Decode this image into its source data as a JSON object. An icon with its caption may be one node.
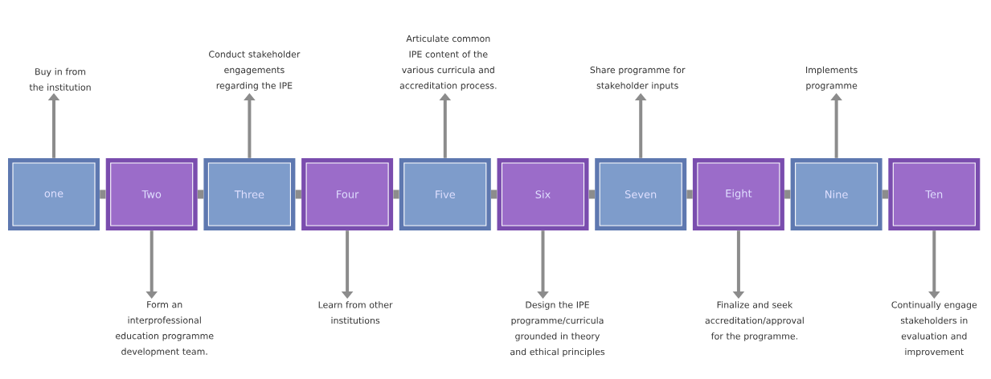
{
  "diagram": {
    "nodes": [
      {
        "text": [
          "one"
        ]
      },
      {
        "text": [
          "Two"
        ]
      },
      {
        "text": [
          "Three"
        ]
      },
      {
        "text": [
          "Four"
        ]
      },
      {
        "text": [
          "Five"
        ]
      },
      {
        "text": [
          "Six"
        ]
      },
      {
        "text": [
          "Seven"
        ]
      },
      {
        "text": [
          "Eight"
        ]
      },
      {
        "text": [
          "Nine"
        ]
      },
      {
        "text": [
          "Ten"
        ]
      },
      {
        "text": [
          "Buy in from the institution"
        ]
      },
      {
        "text": [
          "Form an interprofessional education programme development team."
        ]
      },
      {
        "text": [
          "Conduct stakeholder engagements regarding the IPE"
        ]
      },
      {
        "text": [
          "Learn from other institutions"
        ]
      },
      {
        "text": [
          "Articulate common IPE content of the various curricula and accreditation process."
        ]
      },
      {
        "text": [
          "Design the IPE programme/curricula grounded in theory and ethical principles"
        ]
      },
      {
        "text": [
          "Share programme for stakeholder inputs"
        ]
      },
      {
        "text": [
          "Finalize and seek accreditation/approval for the programme."
        ]
      },
      {
        "text": [
          "Implements programme"
        ]
      },
      {
        "text": [
          "Continually engage stakeholders in evaluation and improvement"
        ]
      }
    ],
    "edges": [
      {
        "from": 0,
        "to": 1,
        "arrow": "none",
        "style": "thick"
      },
      {
        "from": 1,
        "to": 2,
        "arrow": "none",
        "style": "thick"
      },
      {
        "from": 2,
        "to": 3,
        "arrow": "none",
        "style": "thick"
      },
      {
        "from": 3,
        "to": 4,
        "arrow": "none",
        "style": "thick"
      },
      {
        "from": 4,
        "to": 5,
        "arrow": "none",
        "style": "thick"
      },
      {
        "from": 5,
        "to": 6,
        "arrow": "none",
        "style": "thick"
      },
      {
        "from": 6,
        "to": 7,
        "arrow": "none",
        "style": "thick"
      },
      {
        "from": 7,
        "to": 8,
        "arrow": "none",
        "style": "thick"
      },
      {
        "from": 8,
        "to": 9,
        "arrow": "none",
        "style": "thick"
      },
      {
        "from": 0,
        "to": 10,
        "arrow": "to"
      },
      {
        "from": 1,
        "to": 11,
        "arrow": "to"
      },
      {
        "from": 2,
        "to": 12,
        "arrow": "to"
      },
      {
        "from": 3,
        "to": 13,
        "arrow": "to"
      },
      {
        "from": 4,
        "to": 14,
        "arrow": "to"
      },
      {
        "from": 5,
        "to": 15,
        "arrow": "to"
      },
      {
        "from": 6,
        "to": 16,
        "arrow": "to"
      },
      {
        "from": 7,
        "to": 17,
        "arrow": "to"
      },
      {
        "from": 8,
        "to": 18,
        "arrow": "to"
      },
      {
        "from": 9,
        "to": 19,
        "arrow": "to"
      }
    ]
  }
}
